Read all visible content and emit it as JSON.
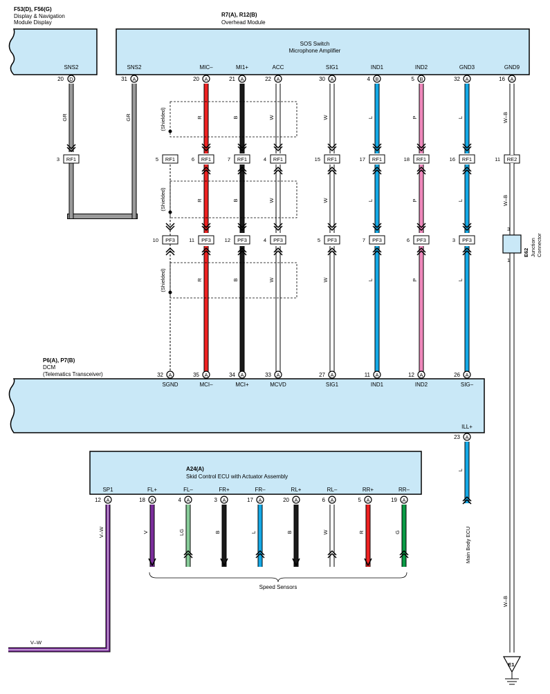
{
  "modules": {
    "display": {
      "id": "F53(D), F56(G)",
      "name": [
        "Display & Navigation",
        "Module Display"
      ]
    },
    "overhead": {
      "id": "R7(A), R12(B)",
      "name": [
        "Overhead Module"
      ],
      "inner": [
        "SOS Switch",
        "Microphone Amplifier"
      ]
    },
    "dcm": {
      "id": "P6(A), P7(B)",
      "name": [
        "DCM",
        "(Telematics Transceiver)"
      ]
    },
    "skid": {
      "id": "A24(A)",
      "name": [
        "Skid Control ECU with Actuator Assembly"
      ]
    }
  },
  "overhead_terminals": [
    {
      "name": "SNS2",
      "pin": "31",
      "conn": "A"
    },
    {
      "name": "MIC–",
      "pin": "20",
      "conn": "A"
    },
    {
      "name": "MI1+",
      "pin": "21",
      "conn": "A"
    },
    {
      "name": "ACC",
      "pin": "22",
      "conn": "A"
    },
    {
      "name": "SIG1",
      "pin": "30",
      "conn": "A"
    },
    {
      "name": "IND1",
      "pin": "4",
      "conn": "B"
    },
    {
      "name": "IND2",
      "pin": "5",
      "conn": "B"
    },
    {
      "name": "GND3",
      "pin": "32",
      "conn": "A"
    },
    {
      "name": "GND9",
      "pin": "16",
      "conn": "A"
    }
  ],
  "display_terminal": {
    "name": "SNS2",
    "pin": "20",
    "conn": "D"
  },
  "wires": [
    {
      "color": "GR",
      "hex": "#9a9a9a"
    },
    {
      "color": "GR",
      "hex": "#9a9a9a"
    },
    {
      "color": "R",
      "hex": "#ee2222"
    },
    {
      "color": "B",
      "hex": "#1a1a1a"
    },
    {
      "color": "W",
      "hex": "#ffffff"
    },
    {
      "color": "W",
      "hex": "#ffffff"
    },
    {
      "color": "L",
      "hex": "#14a9e6"
    },
    {
      "color": "P",
      "hex": "#ee88bb"
    },
    {
      "color": "L",
      "hex": "#14a9e6"
    },
    {
      "color": "W–B",
      "hex": "#ffffff"
    }
  ],
  "shielded_label": "(Shielded)",
  "rf1_row": [
    {
      "pin": "3",
      "label": "RF1"
    },
    {
      "pin": "5",
      "label": "RF1"
    },
    {
      "pin": "6",
      "label": "RF1"
    },
    {
      "pin": "7",
      "label": "RF1"
    },
    {
      "pin": "4",
      "label": "RF1"
    },
    {
      "pin": "15",
      "label": "RF1"
    },
    {
      "pin": "17",
      "label": "RF1"
    },
    {
      "pin": "18",
      "label": "RF1"
    },
    {
      "pin": "16",
      "label": "RF1"
    },
    {
      "pin": "11",
      "label": "RE2"
    }
  ],
  "pf3_row": [
    {
      "pin": "10",
      "label": "PF3"
    },
    {
      "pin": "11",
      "label": "PF3"
    },
    {
      "pin": "12",
      "label": "PF3"
    },
    {
      "pin": "4",
      "label": "PF3"
    },
    {
      "pin": "5",
      "label": "PF3"
    },
    {
      "pin": "7",
      "label": "PF3"
    },
    {
      "pin": "6",
      "label": "PF3"
    },
    {
      "pin": "3",
      "label": "PF3"
    }
  ],
  "junction": {
    "id": "E62",
    "name": [
      "Junction",
      "Connector"
    ],
    "pin_top": "3",
    "pin_bottom": "1"
  },
  "dcm_terminals": [
    {
      "name": "SGND",
      "pin": "32",
      "conn": "A"
    },
    {
      "name": "MCI–",
      "pin": "35",
      "conn": "A"
    },
    {
      "name": "MCI+",
      "pin": "34",
      "conn": "A"
    },
    {
      "name": "MCVD",
      "pin": "33",
      "conn": "A"
    },
    {
      "name": "SIG1",
      "pin": "27",
      "conn": "A"
    },
    {
      "name": "IND1",
      "pin": "11",
      "conn": "A"
    },
    {
      "name": "IND2",
      "pin": "12",
      "conn": "A"
    },
    {
      "name": "SIG–",
      "pin": "26",
      "conn": "A"
    }
  ],
  "dcm_ill": {
    "name": "ILL+",
    "pin": "23",
    "conn": "A",
    "color": "L",
    "dest": "Main Body ECU"
  },
  "skid_terminals": [
    {
      "name": "SP1",
      "pin": "12",
      "conn": "A",
      "color": "V–W"
    },
    {
      "name": "FL+",
      "pin": "18",
      "conn": "A",
      "color": "V"
    },
    {
      "name": "FL–",
      "pin": "4",
      "conn": "A",
      "color": "LG"
    },
    {
      "name": "FR+",
      "pin": "3",
      "conn": "A",
      "color": "B"
    },
    {
      "name": "FR–",
      "pin": "17",
      "conn": "A",
      "color": "L"
    },
    {
      "name": "RL+",
      "pin": "20",
      "conn": "A",
      "color": "B"
    },
    {
      "name": "RL–",
      "pin": "6",
      "conn": "A",
      "color": "W"
    },
    {
      "name": "RR+",
      "pin": "5",
      "conn": "A",
      "color": "R"
    },
    {
      "name": "RR–",
      "pin": "19",
      "conn": "A",
      "color": "G"
    }
  ],
  "speed_sensors_label": "Speed Sensors",
  "sp1_wire_label": "V–W",
  "ground": {
    "id": "E1"
  },
  "colors": {
    "box_fill": "#c9e8f7",
    "violet": "#7b2e9b",
    "light_green": "#88cc99",
    "green": "#0a9a45"
  }
}
